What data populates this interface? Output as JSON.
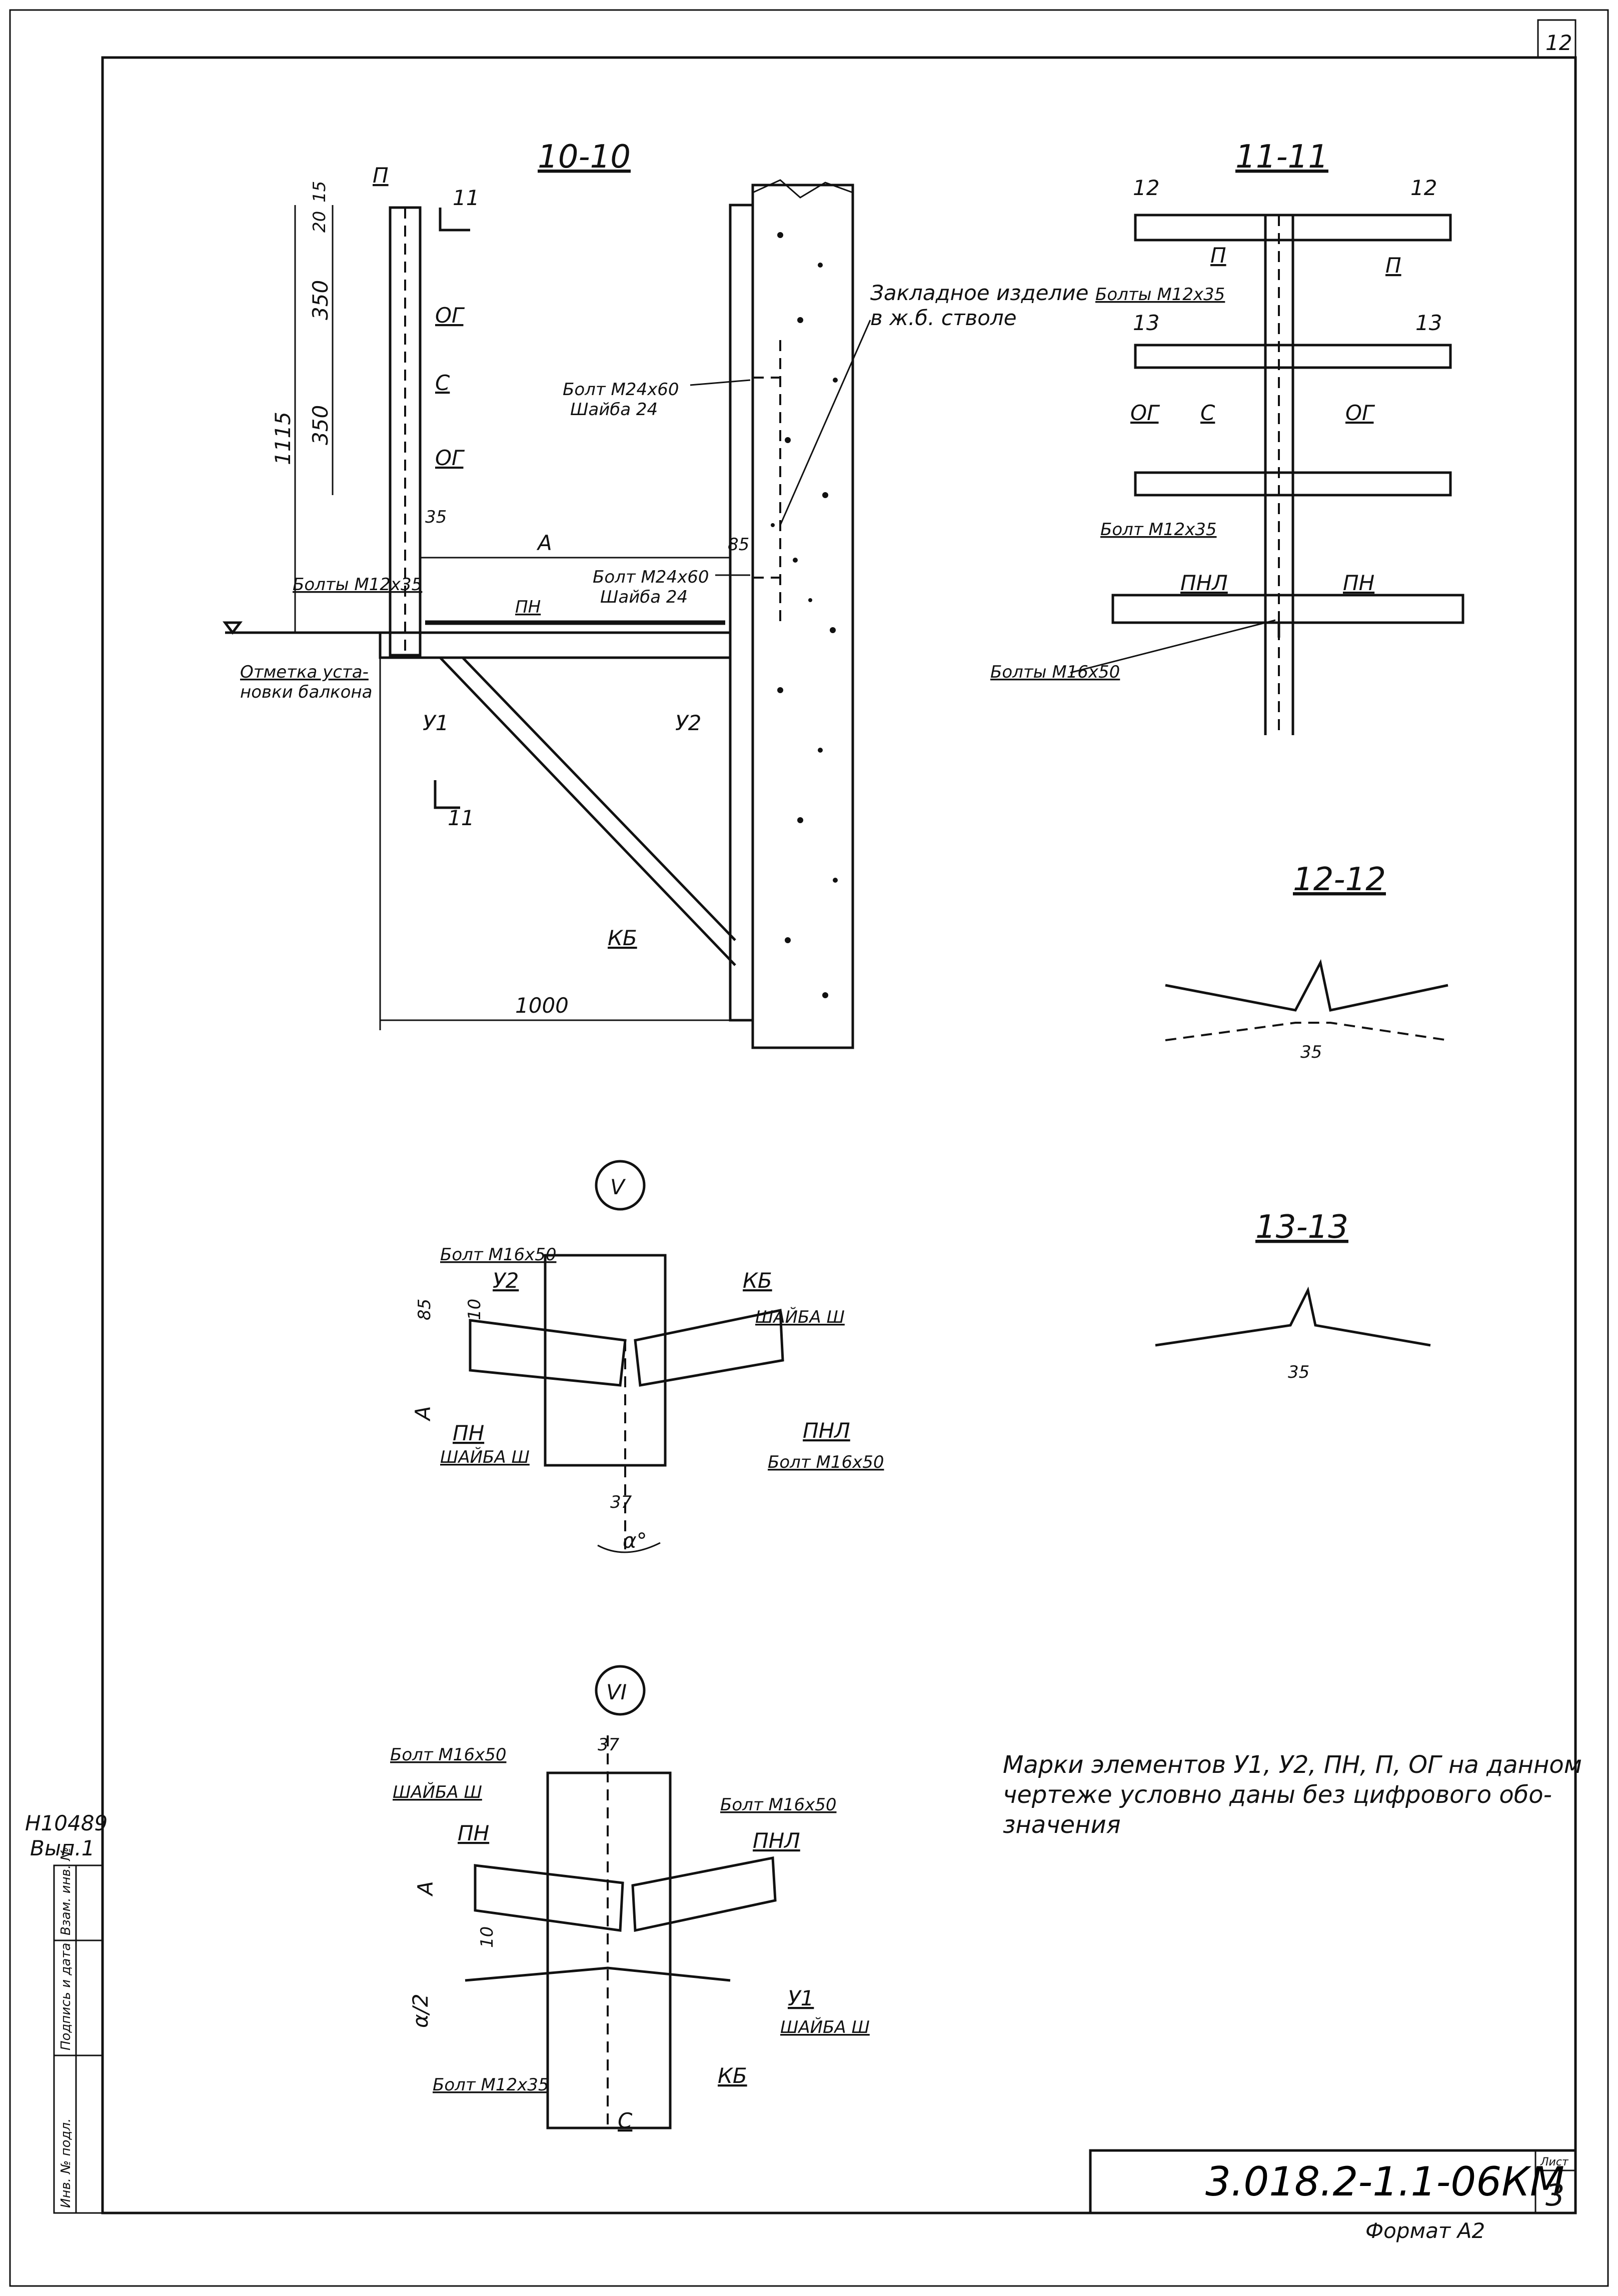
{
  "sheet": {
    "page_number": "12",
    "drawing_code": "3.018.2-1.1-06КМ",
    "sheet_label": "Лист",
    "sheet_number": "3",
    "format": "Формат А2",
    "archive_number": "Н10489",
    "issue": "Вып.1",
    "stamp_columns": [
      "Инв. № подл.",
      "Подпись и дата",
      "Взам. инв. №"
    ]
  },
  "section_10_10": {
    "title": "10-10",
    "marks": [
      "П",
      "ОГ",
      "С",
      "ОГ",
      "ПН",
      "У1",
      "У2",
      "КБ"
    ],
    "cut_label_top": "11",
    "cut_label_bottom": "11",
    "dims": [
      "15",
      "20",
      "350",
      "350",
      "1115",
      "35",
      "85",
      "1000"
    ],
    "dim_A": "А",
    "bolt_top": "Болт М24х60",
    "washer_top": "Шайба 24",
    "bolt_mid": "Болт М24х60",
    "washer_mid": "Шайба 24",
    "bolts_left": "Болты М12х35",
    "embed_note_1": "Закладное изделие",
    "embed_note_2": "в ж.б. стволе",
    "level_note_1": "Отметка уста-",
    "level_note_2": "новки балкона"
  },
  "section_11_11": {
    "title": "11-11",
    "cut_12": "12",
    "cut_13": "13",
    "marks": [
      "П",
      "П",
      "ОГ",
      "С",
      "ОГ",
      "ПНЛ",
      "ПН"
    ],
    "bolts_top": "Болты М12х35",
    "bolt_mid": "Болт М12х35",
    "bolts_bottom": "Болты М16х50"
  },
  "section_12_12": {
    "title": "12-12",
    "dim": "35"
  },
  "section_13_13": {
    "title": "13-13",
    "dim": "35"
  },
  "node_V": {
    "title": "V",
    "bolt_top": "Болт М16х50",
    "mark_y2": "У2",
    "mark_kb": "КБ",
    "washer_right": "ШАЙБА Ш",
    "dim_85": "85",
    "dim_10": "10",
    "dim_A": "А",
    "mark_pn": "ПН",
    "washer_left": "ШАЙБА Ш",
    "mark_pnl": "ПНЛ",
    "bolt_right": "Болт М16х50",
    "dim_37": "37",
    "angle": "α°"
  },
  "node_VI": {
    "title": "VI",
    "dim_37": "37",
    "bolt_left": "Болт М16х50",
    "washer_left": "ШАЙБА Ш",
    "mark_pn": "ПН",
    "bolt_right": "Болт М16х50",
    "mark_pnl": "ПНЛ",
    "dim_A": "А",
    "dim_10": "10",
    "half_angle": "α/2",
    "mark_y1": "У1",
    "washer_bottom": "ШАЙБА Ш",
    "bolt_bottom": "Болт М12х35",
    "mark_kb": "КБ",
    "mark_c": "С"
  },
  "note": {
    "line1": "Марки элементов У1, У2, ПН, П, ОГ на данном",
    "line2": "чертеже условно даны без цифрового обо-",
    "line3": "значения"
  }
}
